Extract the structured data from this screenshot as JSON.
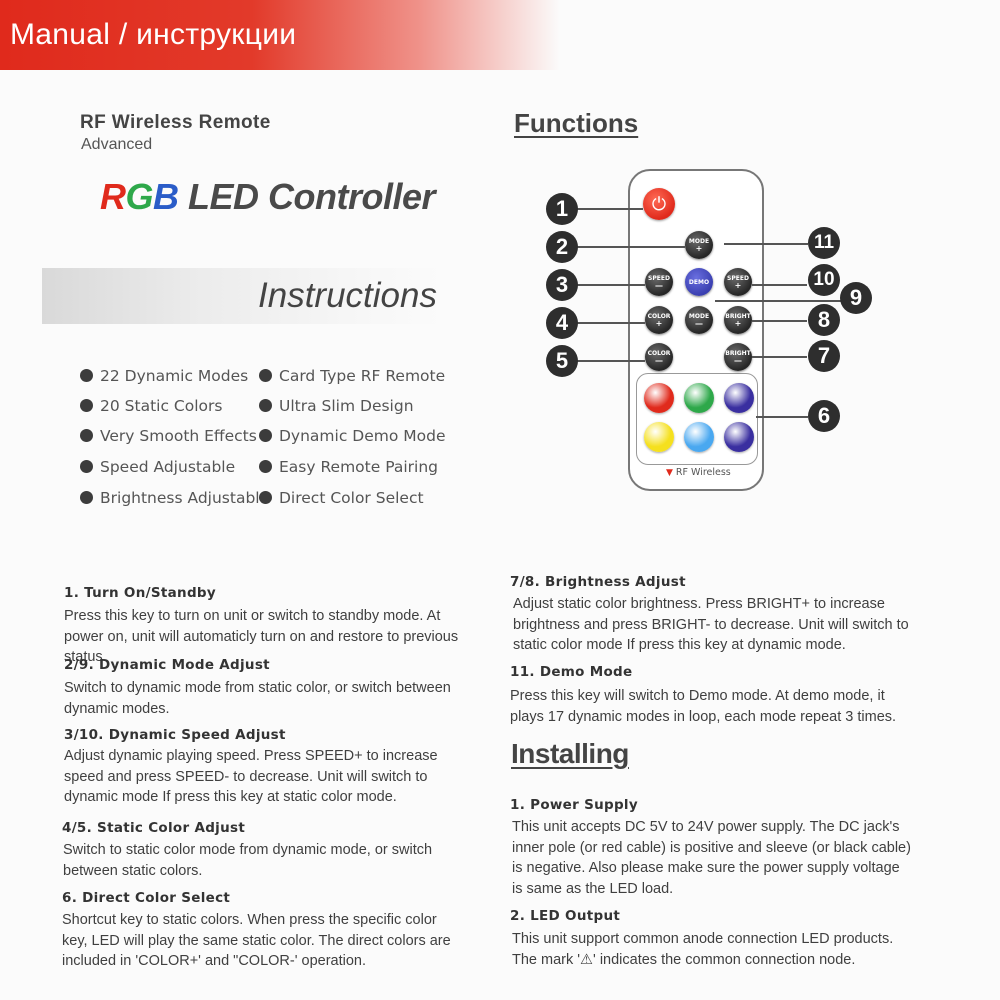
{
  "banner": {
    "text": "Manual / инструкции"
  },
  "header": {
    "rf_title": "RF Wireless Remote",
    "rf_subtitle": "Advanced",
    "product_r": "R",
    "product_g": "G",
    "product_b": "B",
    "product_rest": " LED Controller",
    "instructions_title": "Instructions"
  },
  "features": {
    "left": [
      "22 Dynamic Modes",
      "20 Static Colors",
      "Very Smooth Effects",
      "Speed Adjustable",
      "Brightness Adjustable"
    ],
    "right": [
      "Card Type RF Remote",
      "Ultra Slim Design",
      "Dynamic Demo Mode",
      "Easy Remote Pairing",
      "Direct Color Select"
    ]
  },
  "functions": {
    "title": "Functions",
    "remote": {
      "mode_plus": "MODE",
      "speed_minus": "SPEED",
      "demo": "DEMO",
      "speed_plus": "SPEED",
      "color_plus": "COLOR",
      "mode_minus": "MODE",
      "bright_plus": "BRIGHT",
      "color_minus": "COLOR",
      "bright_minus": "BRIGHT",
      "plus_sym": "+",
      "minus_sym": "—",
      "rf_label": "RF Wireless",
      "color_buttons": [
        "#e02a1c",
        "#2ea84a",
        "#3a2fa0",
        "#f5e01e",
        "#4aa8f0",
        "#3a2fa0"
      ]
    },
    "numbers": [
      "1",
      "2",
      "3",
      "4",
      "5",
      "6",
      "7",
      "8",
      "9",
      "10",
      "11"
    ]
  },
  "sections_left": [
    {
      "title": "1. Turn On/Standby",
      "body": "Press this key to turn on unit or switch to standby mode. At power on, unit will automaticly turn on and restore to previous status."
    },
    {
      "title": "2/9. Dynamic Mode Adjust",
      "body": "Switch to dynamic mode from static color, or switch between dynamic modes."
    },
    {
      "title": "3/10. Dynamic Speed Adjust",
      "body": "Adjust dynamic playing speed. Press SPEED+ to increase speed and press SPEED- to decrease. Unit will switch to dynamic mode If press this key at static color mode."
    },
    {
      "title": "4/5. Static Color Adjust",
      "body": "Switch to static color mode from dynamic mode, or switch between static colors."
    },
    {
      "title": "6. Direct Color Select",
      "body": "Shortcut key to static colors. When press the specific color key, LED will play the same static color. The direct colors are included in 'COLOR+' and \"COLOR-' operation."
    }
  ],
  "sections_right": [
    {
      "title": "7/8. Brightness Adjust",
      "body": "Adjust static color brightness. Press BRIGHT+ to increase brightness and press BRIGHT- to decrease. Unit will switch to static color mode If press this key at dynamic mode."
    },
    {
      "title": "11. Demo Mode",
      "body": "Press this key will switch to Demo mode. At demo mode, it plays 17 dynamic modes in loop, each mode repeat 3 times."
    }
  ],
  "installing": {
    "title": "Installing",
    "sections": [
      {
        "title": "1. Power Supply",
        "body": "This unit accepts DC 5V to 24V power supply. The DC jack's inner pole (or red cable) is positive and sleeve (or black cable) is negative. Also please make sure the power supply voltage is same as the LED load."
      },
      {
        "title": "2. LED Output",
        "body": "This unit support common anode connection LED products. The mark '⚠' indicates the common connection node."
      }
    ]
  }
}
